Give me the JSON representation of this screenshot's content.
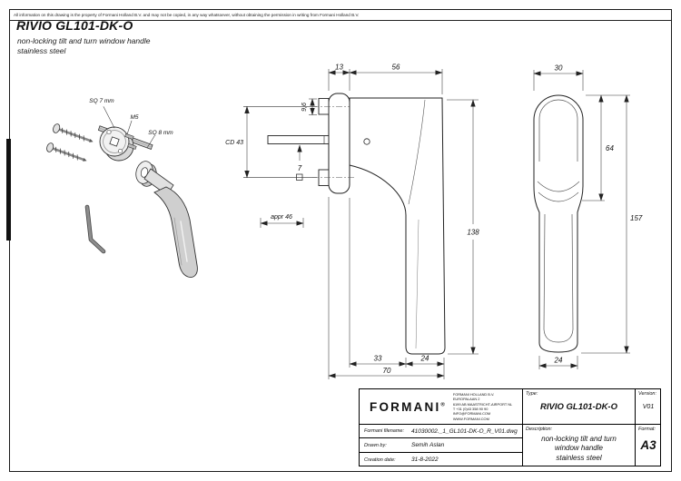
{
  "disclaimer": "All information on this drawing is the property of Formani Holland B.V. and may not be copied, in any way whatsoever, without obtaining the permission in writing from Formani Holland B.V.",
  "title": {
    "product": "RIVIO GL101-DK-O",
    "line1": "non-locking tilt and turn window handle",
    "line2": "stainless steel"
  },
  "exploded": {
    "sq7": "SQ 7 mm",
    "m5": "M5",
    "sq8": "SQ 8 mm"
  },
  "side": {
    "d13": "13",
    "d56": "56",
    "d96": "9,6",
    "cd": "CD 43",
    "d7": "7",
    "appr": "appr 46",
    "d138": "138",
    "d33": "33",
    "d24": "24",
    "d70": "70"
  },
  "front": {
    "d30": "30",
    "d64": "64",
    "d157": "157",
    "d24": "24"
  },
  "tb": {
    "logo": "FORMANI",
    "logo_reg": "®",
    "company": "FORMANI HOLLAND B.V.\nEUROPALAAN 2\n6199 AB MAASTRICHT-AIRPORT NL\nT +31 (0)43 358 90 90\nINFO@FORMANI.COM\nWWW.FORMANI.COM",
    "type_label": "Type:",
    "type_value": "RIVIO GL101-DK-O",
    "version_label": "Version:",
    "version_value": "V01",
    "filename_label": "Formani filename:",
    "filename_value": "41030002._1_GL101-DK-O_R_V01.dwg",
    "drawn_label": "Drawn by:",
    "drawn_value": "Semih Aslan",
    "date_label": "Creation date:",
    "date_value": "31-8-2022",
    "desc_label": "Description:",
    "desc_value": "non-locking tilt and turn\nwindow handle\nstainless steel",
    "format_label": "Format:",
    "format_value": "A3"
  }
}
